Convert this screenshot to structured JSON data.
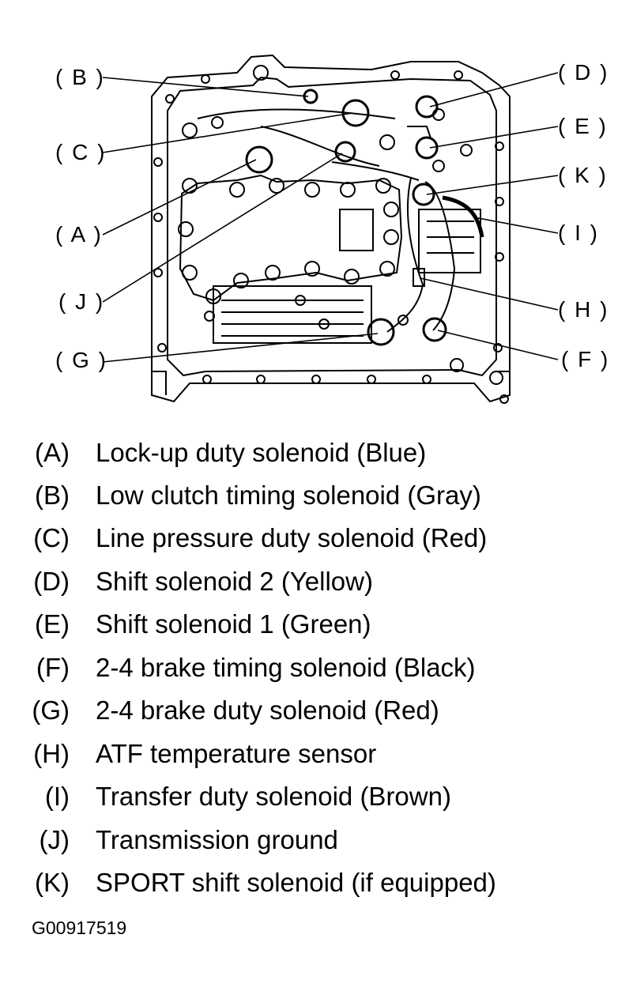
{
  "callouts": {
    "A": "( A )",
    "B": "( B )",
    "C": "( C )",
    "D": "( D )",
    "E": "( E )",
    "F": "( F )",
    "G": "( G )",
    "H": "( H )",
    "I": "( I )",
    "J": "( J )",
    "K": "( K )"
  },
  "legend": [
    {
      "code": "(A)",
      "desc": "Lock-up duty solenoid (Blue)"
    },
    {
      "code": "(B)",
      "desc": "Low clutch timing solenoid (Gray)"
    },
    {
      "code": "(C)",
      "desc": "Line pressure duty solenoid (Red)"
    },
    {
      "code": "(D)",
      "desc": "Shift solenoid 2 (Yellow)"
    },
    {
      "code": "(E)",
      "desc": "Shift solenoid 1 (Green)"
    },
    {
      "code": "(F)",
      "desc": "2-4 brake timing solenoid (Black)"
    },
    {
      "code": "(G)",
      "desc": "2-4 brake duty solenoid (Red)"
    },
    {
      "code": "(H)",
      "desc": "ATF temperature sensor"
    },
    {
      "code": "(I)",
      "desc": "Transfer duty solenoid (Brown)"
    },
    {
      "code": "(J)",
      "desc": "Transmission ground"
    },
    {
      "code": "(K)",
      "desc": "SPORT shift solenoid (if equipped)"
    }
  ],
  "figure_id": "G00917519"
}
